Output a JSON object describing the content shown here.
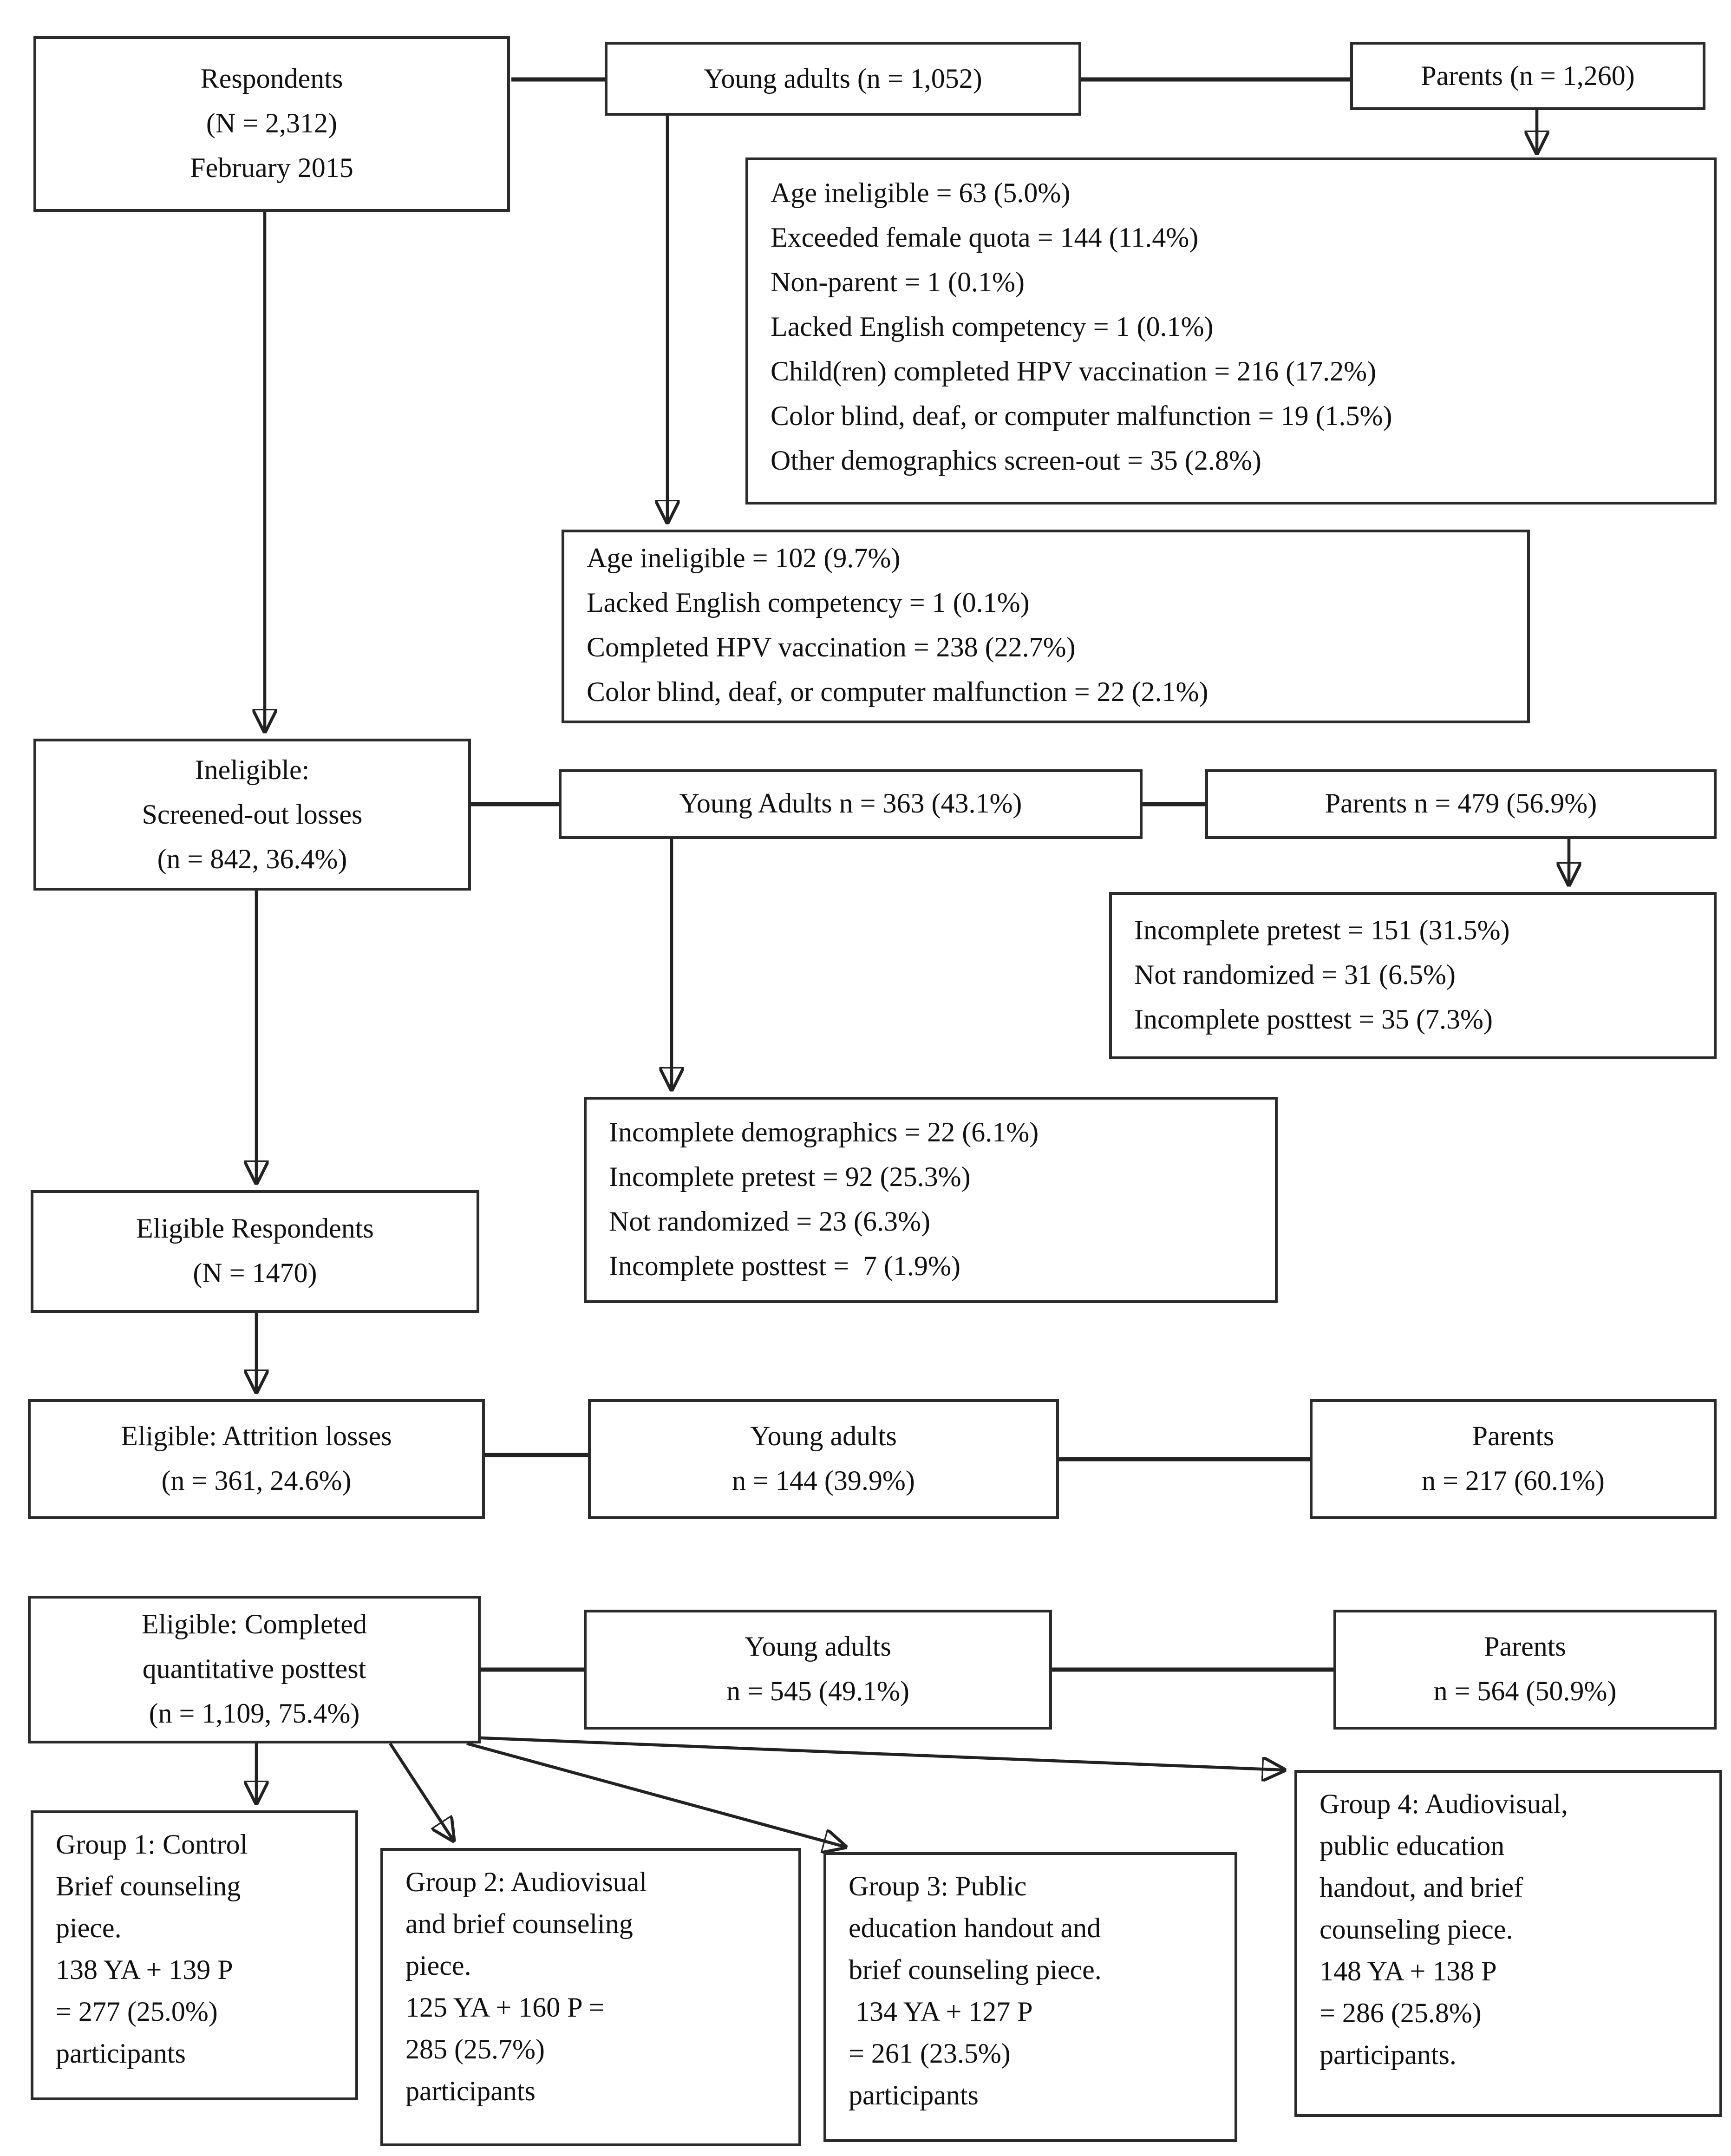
{
  "boxes": {
    "respondents": {
      "lines": [
        "Respondents",
        "(N = 2,312)",
        "February 2015"
      ]
    },
    "young_adults_top": {
      "lines": [
        "Young adults (n = 1,052)"
      ]
    },
    "parents_top": {
      "lines": [
        "Parents (n = 1,260)"
      ]
    },
    "parents_screenout": {
      "lines": [
        "Age ineligible = 63 (5.0%)",
        "Exceeded female quota = 144 (11.4%)",
        "Non-parent = 1 (0.1%)",
        "Lacked English competency = 1 (0.1%)",
        "Child(ren) completed HPV vaccination = 216 (17.2%)",
        "Color blind, deaf, or computer malfunction = 19 (1.5%)",
        "Other demographics screen-out = 35 (2.8%)"
      ]
    },
    "young_adults_screenout": {
      "lines": [
        "Age ineligible = 102 (9.7%)",
        "Lacked English competency = 1 (0.1%)",
        "Completed HPV vaccination = 238 (22.7%)",
        "Color blind, deaf, or computer malfunction = 22 (2.1%)"
      ]
    },
    "ineligible": {
      "lines": [
        "Ineligible:",
        "Screened-out losses",
        "(n = 842, 36.4%)"
      ]
    },
    "young_adults_363": {
      "lines": [
        "Young Adults n = 363 (43.1%)"
      ]
    },
    "parents_479": {
      "lines": [
        "Parents n = 479 (56.9%)"
      ]
    },
    "parents_attrition": {
      "lines": [
        "Incomplete pretest = 151 (31.5%)",
        "Not randomized = 31 (6.5%)",
        "Incomplete posttest = 35 (7.3%)"
      ]
    },
    "young_adults_attrition": {
      "lines": [
        "Incomplete demographics = 22 (6.1%)",
        "Incomplete pretest = 92 (25.3%)",
        "Not randomized = 23 (6.3%)",
        "Incomplete posttest =  7 (1.9%)"
      ]
    },
    "eligible_respondents": {
      "lines": [
        "Eligible Respondents",
        "(N = 1470)"
      ]
    },
    "attrition_losses": {
      "lines": [
        "Eligible: Attrition losses",
        "(n = 361, 24.6%)"
      ]
    },
    "young_adults_144": {
      "lines": [
        "Young adults",
        "n = 144 (39.9%)"
      ]
    },
    "parents_217": {
      "lines": [
        "Parents",
        "n = 217 (60.1%)"
      ]
    },
    "completed_posttest": {
      "lines": [
        "Eligible: Completed",
        "quantitative posttest",
        "(n = 1,109, 75.4%)"
      ]
    },
    "young_adults_545": {
      "lines": [
        "Young adults",
        "n = 545 (49.1%)"
      ]
    },
    "parents_564": {
      "lines": [
        "Parents",
        "n = 564 (50.9%)"
      ]
    },
    "group1": {
      "lines": [
        "Group 1: Control",
        "Brief counseling",
        "piece.",
        "138 YA + 139 P",
        "= 277 (25.0%)",
        "participants"
      ]
    },
    "group2": {
      "lines": [
        "Group 2: Audiovisual",
        "and brief counseling",
        "piece.",
        "125 YA + 160 P =",
        "285 (25.7%)",
        "participants"
      ]
    },
    "group3": {
      "lines": [
        "Group 3: Public",
        "education handout and",
        "brief counseling piece.",
        " 134 YA + 127 P",
        "= 261 (23.5%)",
        "participants"
      ]
    },
    "group4": {
      "lines": [
        "Group 4: Audiovisual,",
        "public education",
        "handout, and brief",
        "counseling piece.",
        "148 YA + 138 P",
        "= 286 (25.8%)",
        "participants."
      ]
    }
  },
  "colors": {
    "box_border": "#2b2b2b",
    "text": "#111111",
    "background": "#ffffff",
    "connector": "#222222"
  }
}
